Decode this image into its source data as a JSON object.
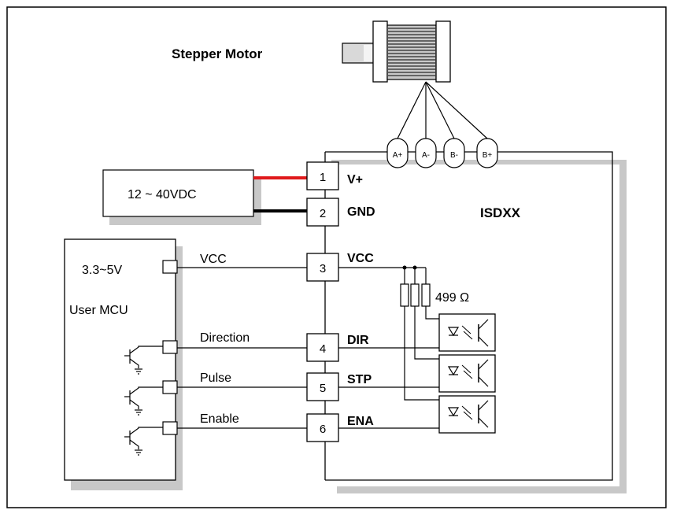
{
  "motor": {
    "title": "Stepper Motor"
  },
  "motor_terminals": [
    "A+",
    "A-",
    "B-",
    "B+"
  ],
  "power_supply": {
    "label": "12 ~ 40VDC"
  },
  "driver": {
    "name": "ISDXX"
  },
  "pins": [
    {
      "number": "1",
      "name": "V+"
    },
    {
      "number": "2",
      "name": "GND"
    },
    {
      "number": "3",
      "name": "VCC"
    },
    {
      "number": "4",
      "name": "DIR"
    },
    {
      "number": "5",
      "name": "STP"
    },
    {
      "number": "6",
      "name": "ENA"
    }
  ],
  "resistor": {
    "label": "499 Ω"
  },
  "mcu": {
    "name": "User MCU",
    "voltage": "3.3~5V",
    "signals": {
      "vcc": "VCC",
      "direction": "Direction",
      "pulse": "Pulse",
      "enable": "Enable"
    }
  },
  "colors": {
    "positive_wire": "#e0191b",
    "negative_wire": "#000000",
    "shadow": "#c8c8c8"
  }
}
